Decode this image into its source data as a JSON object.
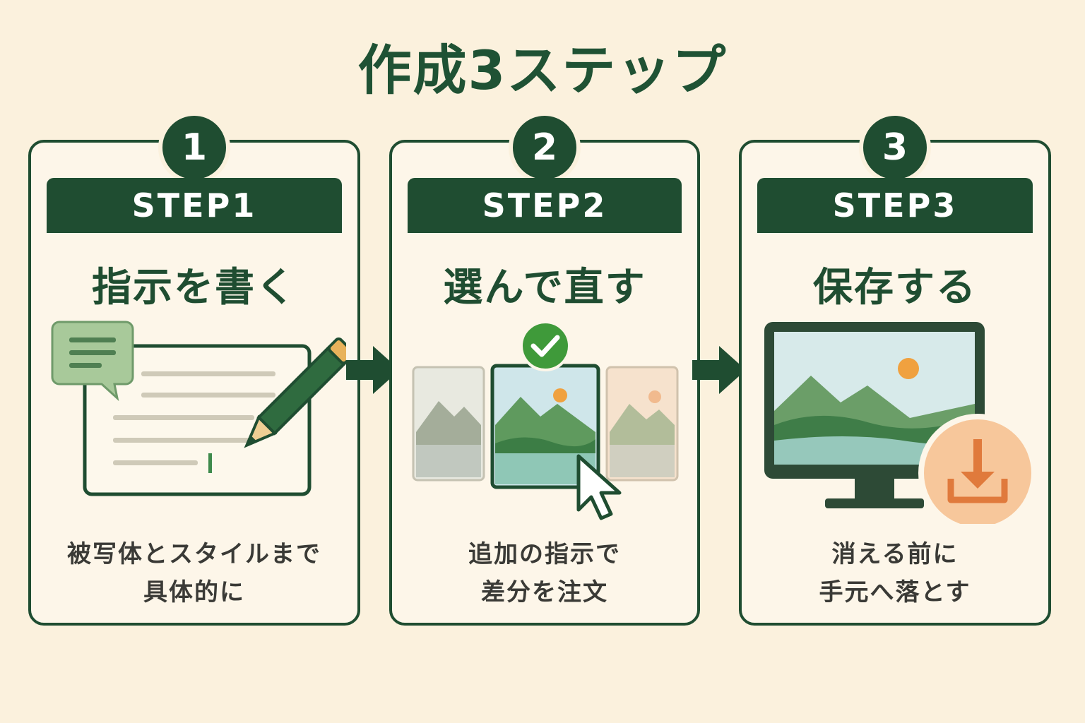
{
  "title": "作成3ステップ",
  "steps": [
    {
      "number": "1",
      "label": "STEP1",
      "title": "指示を書く",
      "desc_line1": "被写体とスタイルまで",
      "desc_line2": "具体的に",
      "icons": [
        "speech-bubble-icon",
        "document-icon",
        "pencil-icon"
      ]
    },
    {
      "number": "2",
      "label": "STEP2",
      "title": "選んで直す",
      "desc_line1": "追加の指示で",
      "desc_line2": "差分を注文",
      "icons": [
        "landscape-thumbnail-icon",
        "check-circle-icon",
        "cursor-arrow-icon"
      ]
    },
    {
      "number": "3",
      "label": "STEP3",
      "title": "保存する",
      "desc_line1": "消える前に",
      "desc_line2": "手元へ落とす",
      "icons": [
        "monitor-icon",
        "download-icon"
      ]
    }
  ],
  "colors": {
    "background": "#fbf1dd",
    "primary_green": "#1f4d31",
    "card": "#fdf6e9",
    "accent_orange": "#e07a3c",
    "check_green": "#3f9a3a"
  }
}
